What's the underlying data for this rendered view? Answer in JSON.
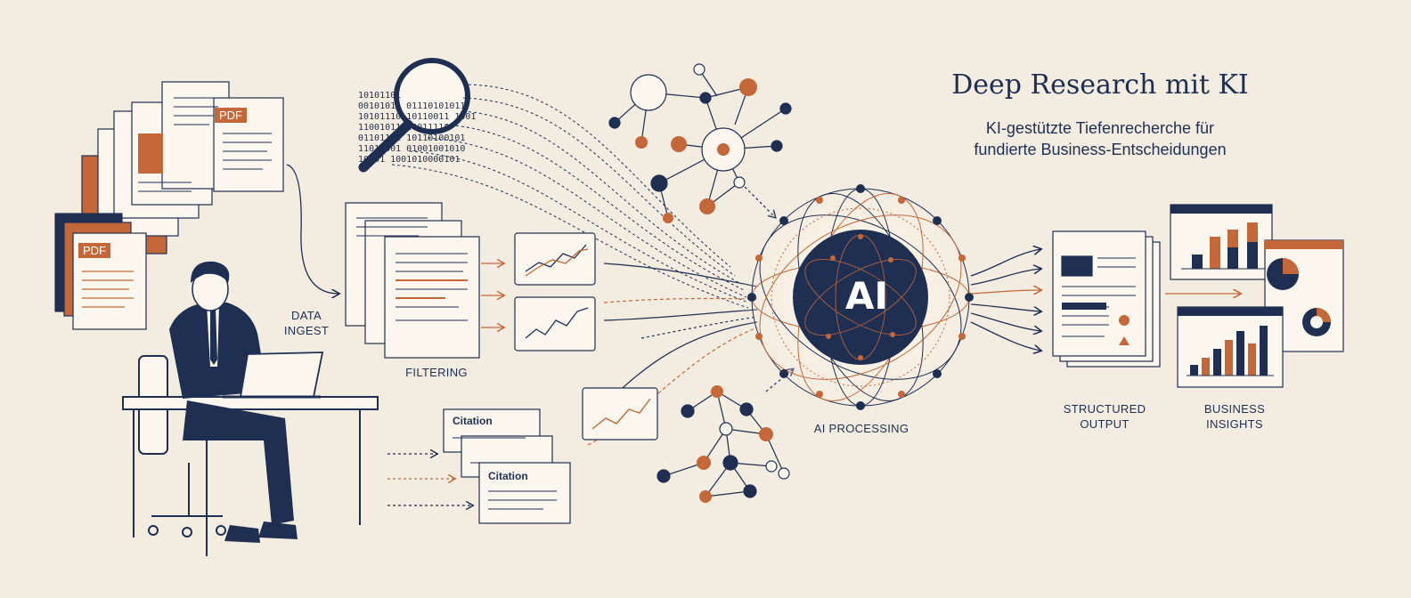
{
  "header": {
    "title": "Deep Research mit KI",
    "subtitle_line1": "KI-gestützte Tiefenrecherche für",
    "subtitle_line2": "fundierte Business-Entscheidungen"
  },
  "stages": {
    "data_ingest_line1": "DATA",
    "data_ingest_line2": "INGEST",
    "filtering": "FILTERING",
    "ai_processing": "AI PROCESSING",
    "structured_output_line1": "STRUCTURED",
    "structured_output_line2": "OUTPUT",
    "business_insights_line1": "BUSINESS",
    "business_insights_line2": "INSIGHTS"
  },
  "documents": {
    "pdf_label_1": "PDF",
    "pdf_label_2": "PDF"
  },
  "citations": {
    "card_1": "Citation",
    "card_2": "Citation"
  },
  "ai_core": {
    "label": "AI"
  },
  "binary": {
    "row1": "10101101",
    "row2": "00101011 01110101011",
    "row3": "10101110 10110011 1001",
    "row4": "11001011 10011110",
    "row5": "01101101 10110100101",
    "row6": "11011001 01001001010",
    "row7": "10101 1001010000101"
  },
  "colors": {
    "background": "#f3ece0",
    "navy": "#1f2f52",
    "orange": "#c4683a",
    "paper": "#fbf7ef"
  }
}
